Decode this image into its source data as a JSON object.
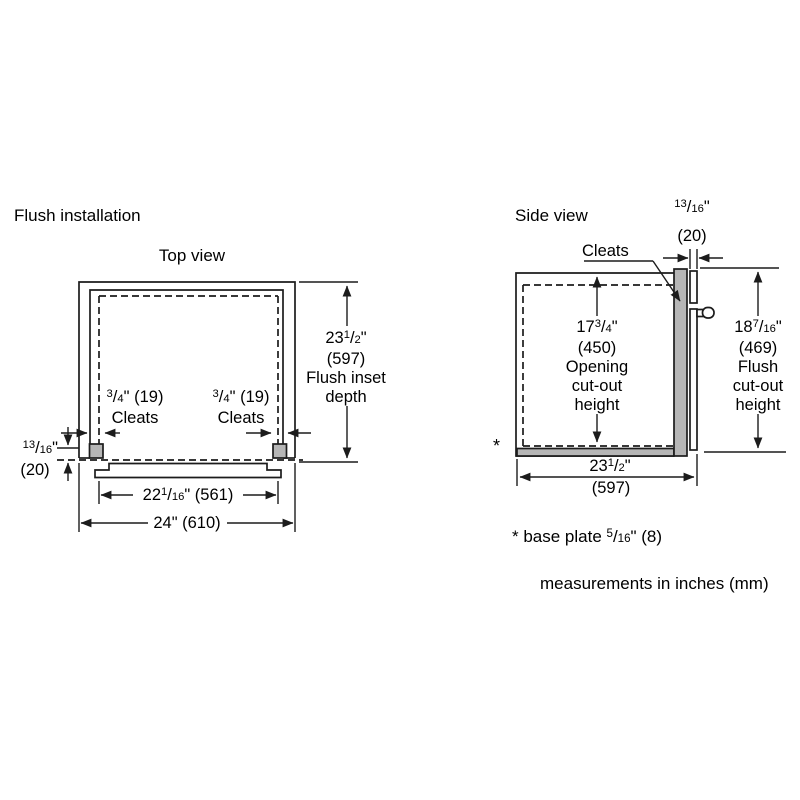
{
  "colors": {
    "line": "#1c1c1c",
    "gray": "#b6b6b6",
    "text": "#000000",
    "bg": "#ffffff"
  },
  "heading": "Flush installation",
  "top_view": {
    "title": "Top view",
    "flush_inset_depth": {
      "value": "23{1/2}\"",
      "mm": "(597)",
      "desc1": "Flush inset",
      "desc2": "depth"
    },
    "cleat_left": {
      "value": "{3/4}\" (19)",
      "label": "Cleats"
    },
    "cleat_right": {
      "value": "{3/4}\" (19)",
      "label": "Cleats"
    },
    "front_offset": {
      "value": "{13/16}\"",
      "mm": "(20)"
    },
    "inner_width": "22{1/16}\" (561)",
    "outer_width": "24\" (610)"
  },
  "side_view": {
    "title": "Side view",
    "door_thickness": {
      "value": "{13/16}\"",
      "mm": "(20)"
    },
    "cleats_label": "Cleats",
    "opening_height": {
      "value": "17{3/4}\"",
      "mm": "(450)",
      "desc1": "Opening",
      "desc2": "cut-out",
      "desc3": "height"
    },
    "flush_height": {
      "value": "18{7/16}\"",
      "mm": "(469)",
      "desc1": "Flush",
      "desc2": "cut-out",
      "desc3": "height"
    },
    "depth": {
      "value": "23{1/2}\"",
      "mm": "(597)"
    },
    "asterisk": "*"
  },
  "footnote": "* base plate {5/16}\" (8)",
  "units_note": "measurements in inches (mm)"
}
